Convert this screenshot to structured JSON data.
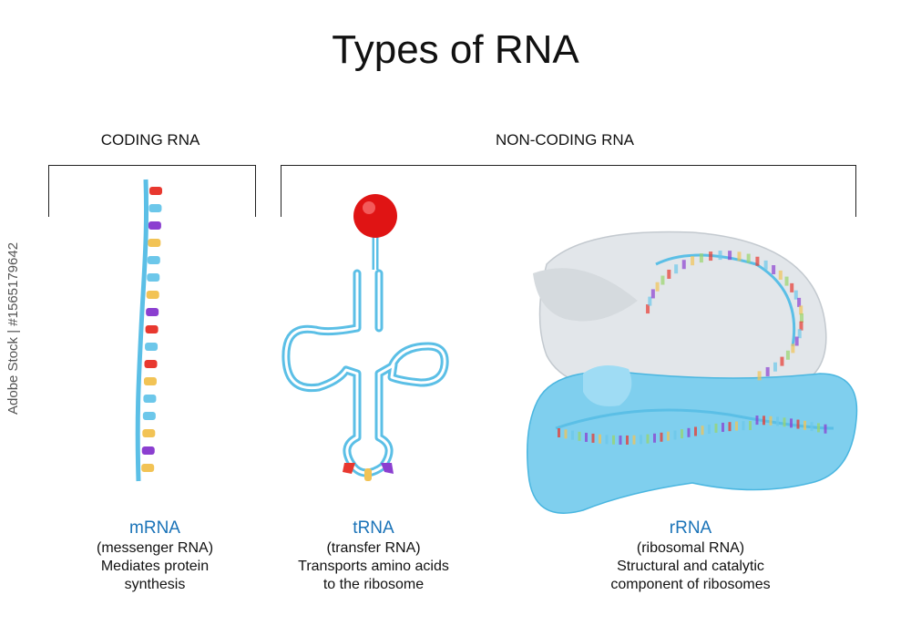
{
  "title": "Types of RNA",
  "categories": {
    "coding": "CODING RNA",
    "noncoding": "NON-CODING RNA"
  },
  "types": [
    {
      "name": "mRNA",
      "full": "(messenger RNA)",
      "desc1": "Mediates protein",
      "desc2": "synthesis"
    },
    {
      "name": "tRNA",
      "full": "(transfer RNA)",
      "desc1": "Transports amino acids",
      "desc2": "to the ribosome"
    },
    {
      "name": "rRNA",
      "full": "(ribosomal RNA)",
      "desc1": "Structural and catalytic",
      "desc2": "component of ribosomes"
    }
  ],
  "watermark": "Adobe Stock | #1565179642",
  "colors": {
    "strand": "#5bbfe6",
    "accent_text": "#1a73b8",
    "base_red": "#e8382f",
    "base_cyan": "#6cc7ea",
    "base_purple": "#8b3fd0",
    "base_yellow": "#f2c355",
    "amino_acid": "#e01414",
    "small_subunit": "#e2e6ea",
    "large_subunit": "#7fcfee"
  }
}
